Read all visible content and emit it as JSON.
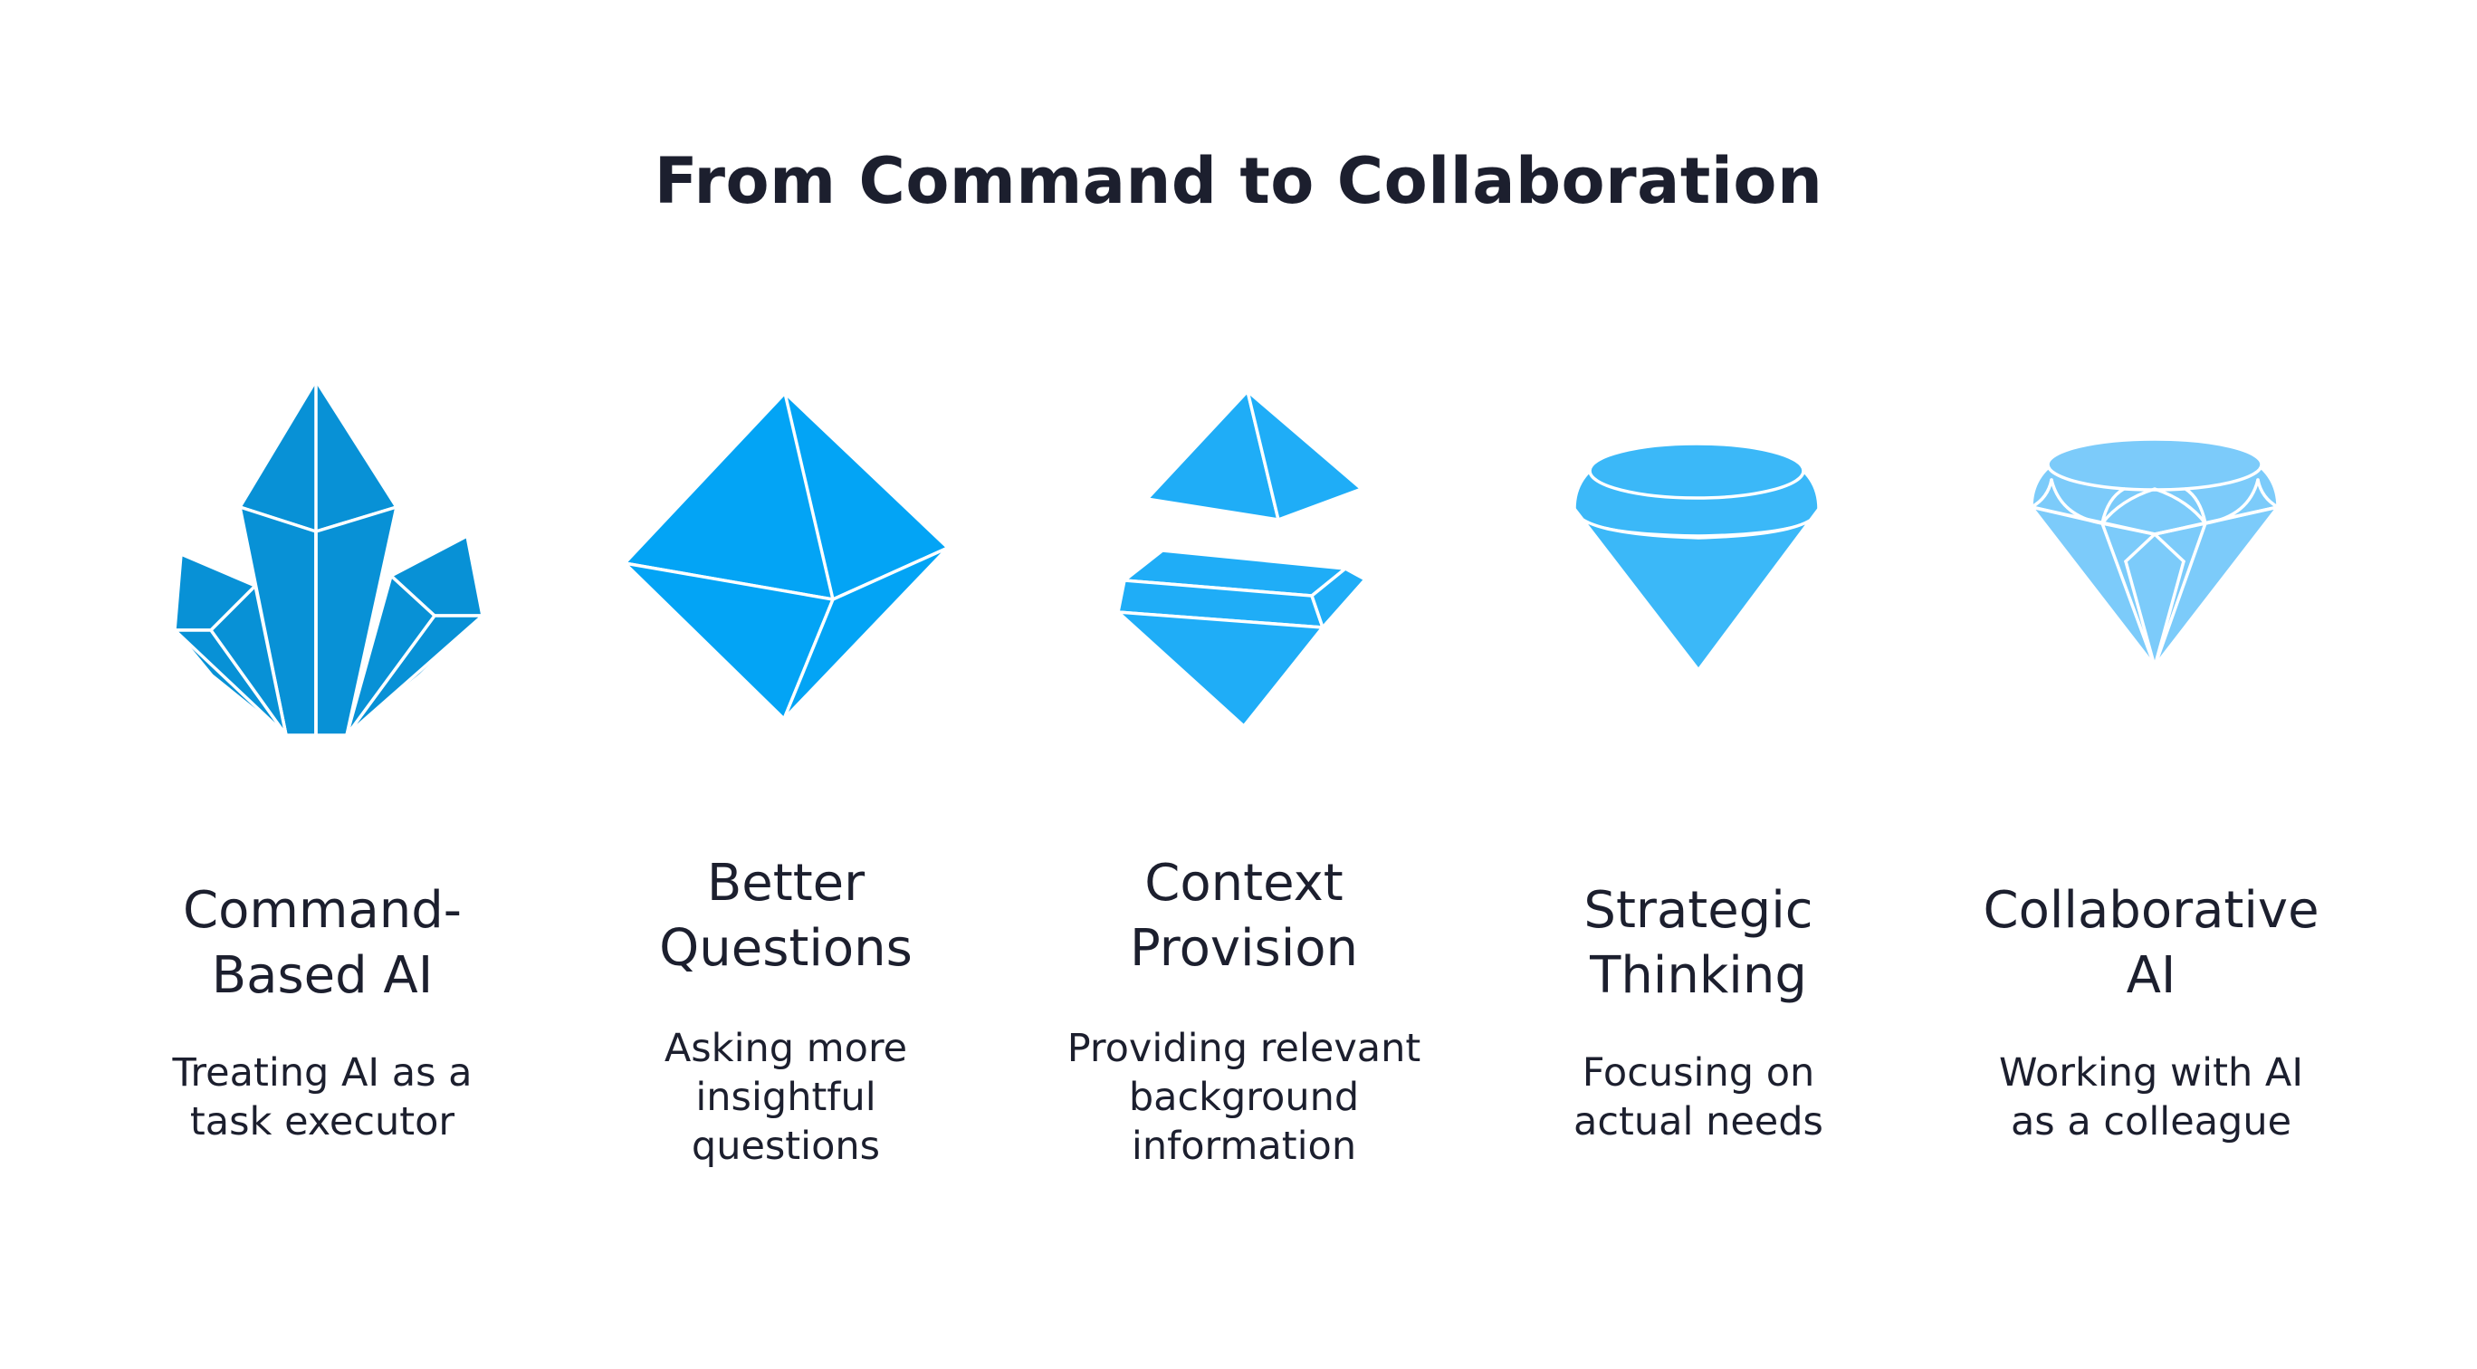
{
  "title": "From Command to Collaboration",
  "colors": {
    "text": "#1c1f2e",
    "background": "#ffffff",
    "stroke": "#ffffff"
  },
  "stages": [
    {
      "icon": "crystal-cluster-icon",
      "color": "#0891d6",
      "label_lines": [
        "Command-",
        "Based AI"
      ],
      "desc_lines": [
        "Treating AI as a",
        "task executor"
      ]
    },
    {
      "icon": "octahedron-icon",
      "color": "#03a4f5",
      "label_lines": [
        "Better",
        "Questions"
      ],
      "desc_lines": [
        "Asking more",
        "insightful",
        "questions"
      ]
    },
    {
      "icon": "split-gem-icon",
      "color": "#1fadf7",
      "label_lines": [
        "Context",
        "Provision"
      ],
      "desc_lines": [
        "Providing relevant",
        "background",
        "information"
      ]
    },
    {
      "icon": "cone-gem-icon",
      "color": "#3bb8f8",
      "label_lines": [
        "Strategic",
        "Thinking"
      ],
      "desc_lines": [
        "Focusing on",
        "actual needs"
      ]
    },
    {
      "icon": "faceted-diamond-icon",
      "color": "#7ccbfa",
      "label_lines": [
        "Collaborative",
        "AI"
      ],
      "desc_lines": [
        "Working with AI",
        "as a colleague"
      ]
    }
  ]
}
